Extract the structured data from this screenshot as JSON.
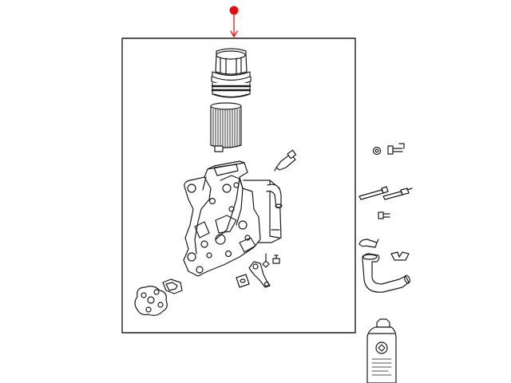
{
  "diagram": {
    "callout_color": "#e01010",
    "line_color": "#1a1a1a",
    "background": "#ffffff",
    "parts": [
      "oil-filter-housing-cap",
      "oil-filter-element",
      "oil-pressure-sensor",
      "oil-filter-adapter-housing",
      "oil-cooler",
      "housing-gasket",
      "cooler-gasket",
      "coolant-hose-fitting",
      "drain-plug",
      "bolt",
      "washer",
      "stud",
      "hose-clamp",
      "coolant-hose",
      "coolant-bottle"
    ]
  }
}
